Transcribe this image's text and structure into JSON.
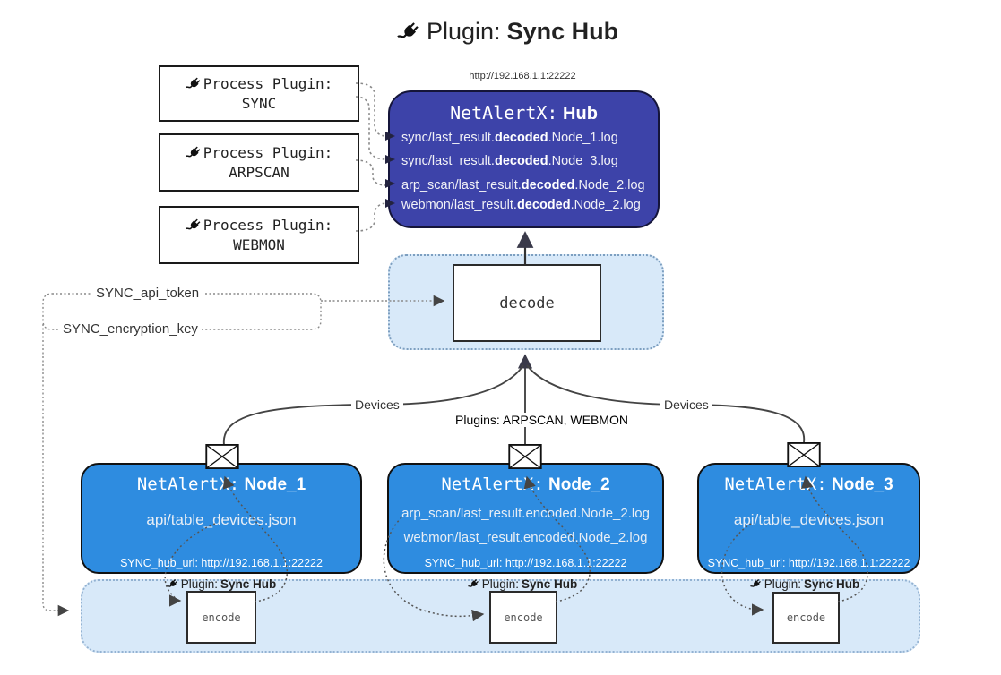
{
  "title": {
    "prefix": "Plugin:",
    "name": "Sync Hub"
  },
  "colors": {
    "hub_bg": "#3d43a9",
    "node_bg": "#2e8ce0",
    "panel_bg": "#d8e9f9",
    "panel_border": "#7d9fc0"
  },
  "process_plugins": [
    {
      "label": "Process Plugin:",
      "name": "SYNC"
    },
    {
      "label": "Process Plugin:",
      "name": "ARPSCAN"
    },
    {
      "label": "Process Plugin:",
      "name": "WEBMON"
    }
  ],
  "hub": {
    "url": "http://192.168.1.1:22222",
    "title_prefix": "NetAlertX:",
    "title_name": "Hub",
    "logs": [
      {
        "pre": "sync/last_result.",
        "bold": "decoded",
        "post": ".Node_1.log"
      },
      {
        "pre": "sync/last_result.",
        "bold": "decoded",
        "post": ".Node_3.log"
      },
      {
        "pre": "arp_scan/last_result.",
        "bold": "decoded",
        "post": ".Node_2.log"
      },
      {
        "pre": "webmon/last_result.",
        "bold": "decoded",
        "post": ".Node_2.log"
      }
    ]
  },
  "decode": {
    "label": "decode"
  },
  "keys": {
    "api_token": "SYNC_api_token",
    "encryption_key": "SYNC_encryption_key"
  },
  "edges": {
    "devices_left": "Devices",
    "devices_right": "Devices",
    "plugins_center": "Plugins: ARPSCAN, WEBMON"
  },
  "nodes": [
    {
      "title_prefix": "NetAlertX:",
      "title_name": "Node_1",
      "lines": [
        "api/table_devices.json"
      ],
      "footer": "SYNC_hub_url: http://192.168.1.1:22222"
    },
    {
      "title_prefix": "NetAlertX:",
      "title_name": "Node_2",
      "lines": [
        "arp_scan/last_result.encoded.Node_2.log",
        "webmon/last_result.encoded.Node_2.log"
      ],
      "footer": "SYNC_hub_url: http://192.168.1.1:22222"
    },
    {
      "title_prefix": "NetAlertX:",
      "title_name": "Node_3",
      "lines": [
        "api/table_devices.json"
      ],
      "footer": "SYNC_hub_url: http://192.168.1.1:22222"
    }
  ],
  "encode": {
    "label_prefix": "Plugin:",
    "label_name": "Sync Hub",
    "box_label": "encode"
  }
}
